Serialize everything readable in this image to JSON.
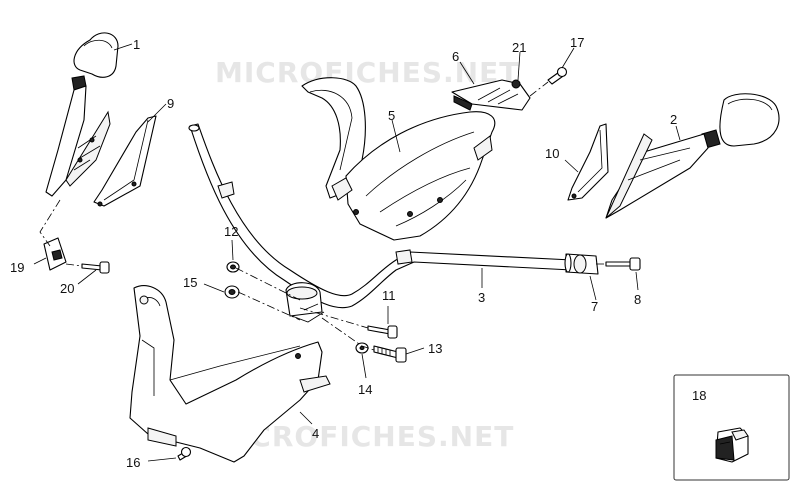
{
  "watermark": "MICROFICHES.NET",
  "inset": {
    "part": "18"
  },
  "callouts": [
    "1",
    "2",
    "3",
    "4",
    "5",
    "6",
    "7",
    "8",
    "9",
    "10",
    "11",
    "12",
    "13",
    "14",
    "15",
    "16",
    "17",
    "19",
    "20",
    "21"
  ],
  "parts": [
    {
      "num": "1",
      "icon": "mirror-left-icon"
    },
    {
      "num": "2",
      "icon": "mirror-right-icon"
    },
    {
      "num": "3",
      "icon": "handlebar-icon"
    },
    {
      "num": "4",
      "icon": "lower-handlebar-cover-icon"
    },
    {
      "num": "5",
      "icon": "upper-handlebar-cover-icon"
    },
    {
      "num": "6",
      "icon": "instrument-lens-icon"
    },
    {
      "num": "7",
      "icon": "bar-end-weight-icon"
    },
    {
      "num": "8",
      "icon": "bolt-icon"
    },
    {
      "num": "9",
      "icon": "left-side-panel-icon"
    },
    {
      "num": "10",
      "icon": "right-side-panel-icon"
    },
    {
      "num": "11",
      "icon": "bolt-icon"
    },
    {
      "num": "12",
      "icon": "nut-icon"
    },
    {
      "num": "13",
      "icon": "bolt-icon"
    },
    {
      "num": "14",
      "icon": "washer-icon"
    },
    {
      "num": "15",
      "icon": "nut-icon"
    },
    {
      "num": "16",
      "icon": "screw-icon"
    },
    {
      "num": "17",
      "icon": "screw-icon"
    },
    {
      "num": "18",
      "icon": "plug-icon"
    },
    {
      "num": "19",
      "icon": "clip-nut-icon"
    },
    {
      "num": "20",
      "icon": "bolt-icon"
    },
    {
      "num": "21",
      "icon": "rivet-icon"
    }
  ]
}
